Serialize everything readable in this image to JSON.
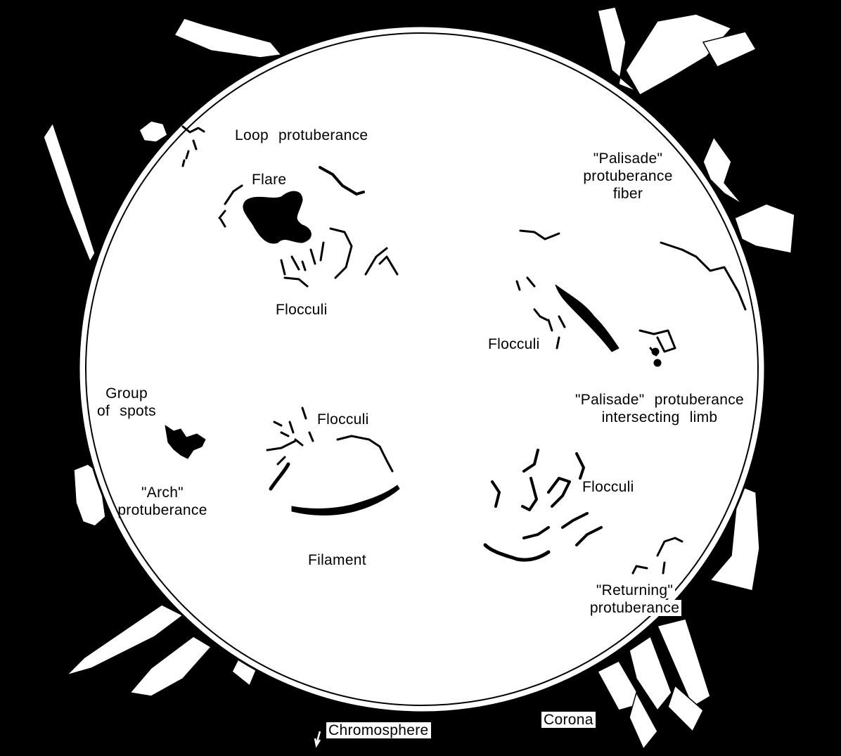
{
  "labels": {
    "loop_protuberance": "Loop  protuberance",
    "flare": "Flare",
    "flocculi_top_left": "Flocculi",
    "palisade_fiber": [
      "\"Palisade\"",
      "protuberance",
      "fiber"
    ],
    "flocculi_right": "Flocculi",
    "group_of_spots": [
      "Group",
      "of  spots"
    ],
    "flocculi_center": "Flocculi",
    "palisade_limb": [
      "\"Palisade\"  protuberance",
      "intersecting  limb"
    ],
    "arch_protuberance": [
      "\"Arch\"",
      "protuberance"
    ],
    "flocculi_lower_right": "Flocculi",
    "filament": "Filament",
    "returning_protuberance": [
      "\"Returning\"",
      "protuberance"
    ],
    "chromosphere": "Chromosphere",
    "corona": "Corona"
  },
  "colors": {
    "background": "#000000",
    "disk": "#ffffff",
    "ink": "#000000"
  }
}
